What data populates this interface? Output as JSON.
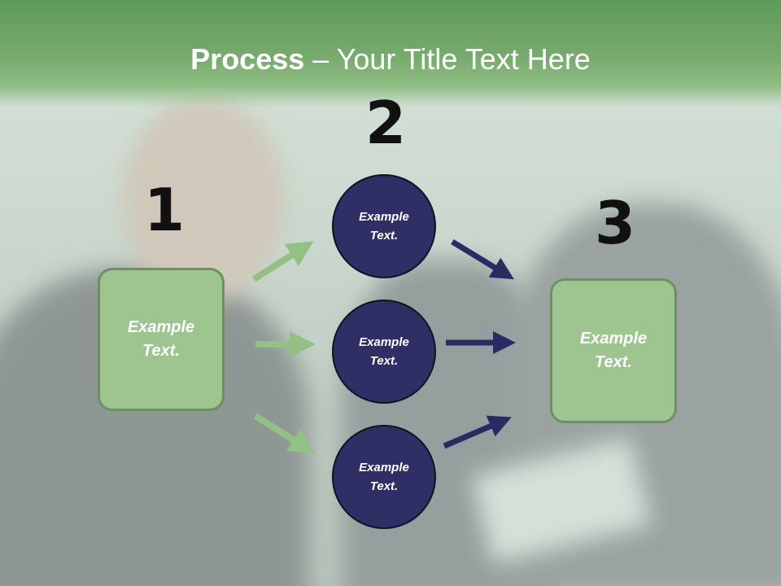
{
  "slide": {
    "title_bold": "Process",
    "title_rest": " – Your Title Text Here"
  },
  "steps": {
    "one": "1",
    "two": "2",
    "three": "3"
  },
  "nodes": {
    "left_box": "Example\nText.",
    "circle_top": "Example\nText.",
    "circle_middle": "Example\nText.",
    "circle_bottom": "Example\nText.",
    "right_box": "Example\nText."
  },
  "colors": {
    "header_green": "#6aa161",
    "box_fill": "#9ec48f",
    "circle_fill": "#2f2f66",
    "green_arrow": "#93c185",
    "navy_arrow": "#2b2b64"
  }
}
